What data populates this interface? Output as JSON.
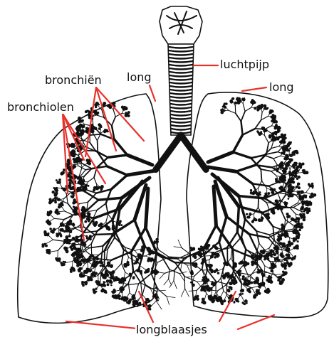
{
  "labels": {
    "trachea": "luchtpijp",
    "lung_left": "long",
    "lung_right": "long",
    "bronchi": "bronchiën",
    "bronchioles": "bronchiolen",
    "alveoli": "longblaasjes"
  },
  "colors": {
    "leader": "#e8312b",
    "ink": "#111111",
    "background": "#ffffff"
  }
}
